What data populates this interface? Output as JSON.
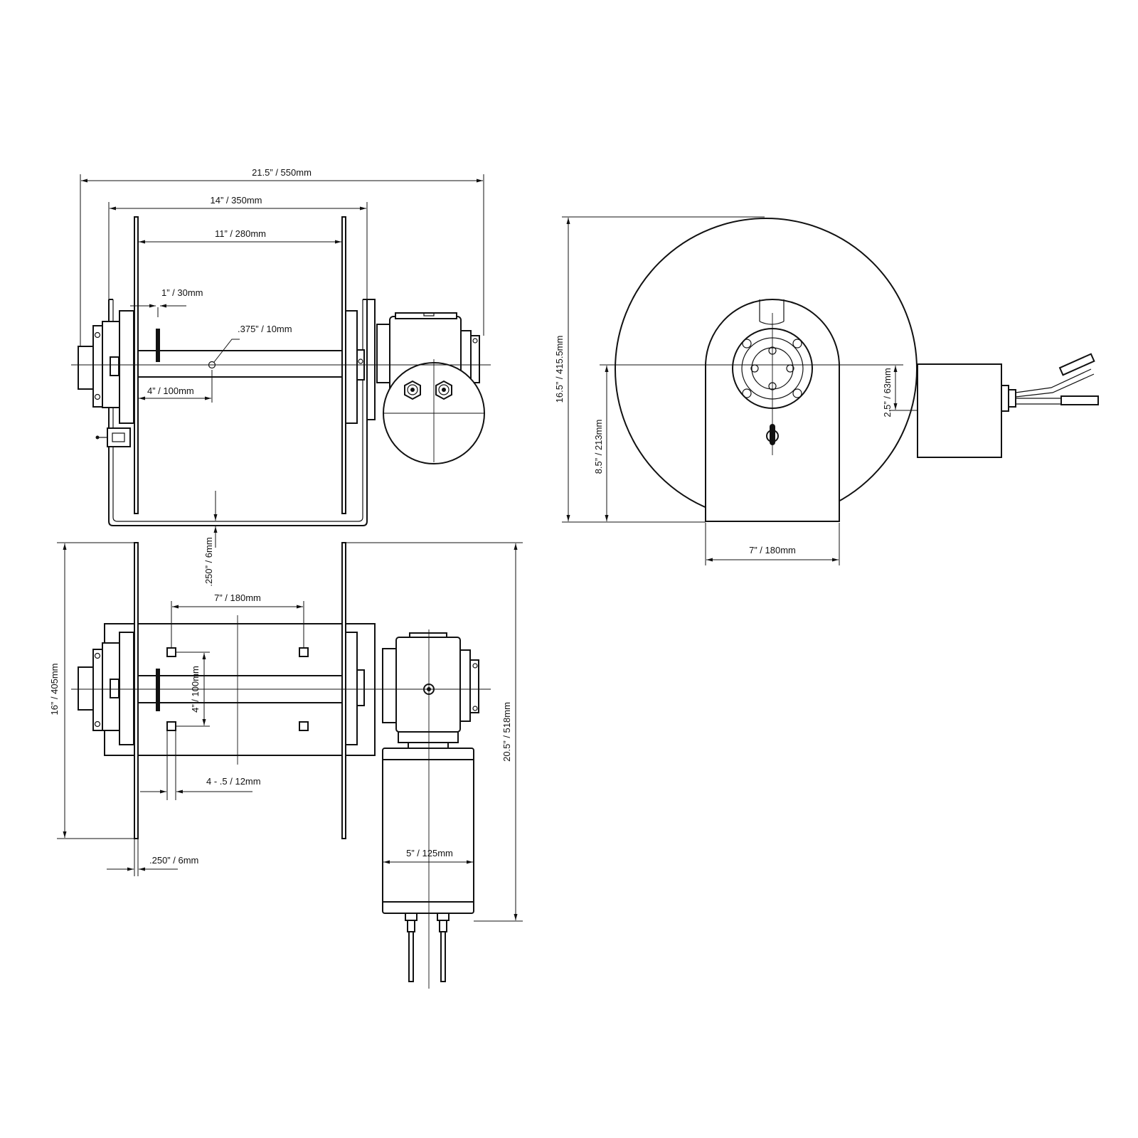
{
  "dimensions": {
    "overall_length": "21.5” / 550mm",
    "flange_outer": "14” / 350mm",
    "flange_inner": "11” / 280mm",
    "drive_pin": "1” / 30mm",
    "hub_hole": ".375” / 10mm",
    "hub_offset": "4” / 100mm",
    "frame_thickness_top": ".250” / 6mm",
    "drum_diameter": "16.5” / 415.5mm",
    "axle_height": "8.5” / 213mm",
    "motor_offset": "2.5” / 63mm",
    "frame_width_side": "7” / 180mm",
    "mount_hole_spacing": "7” / 180mm",
    "mount_hole_vertical": "4” / 100mm",
    "mount_holes": "4 - .5 / 12mm",
    "frame_depth": "16” / 405mm",
    "overall_depth": "20.5” / 518mm",
    "flange_thickness_bottom": ".250” / 6mm",
    "motor_diameter": "5” / 125mm"
  }
}
